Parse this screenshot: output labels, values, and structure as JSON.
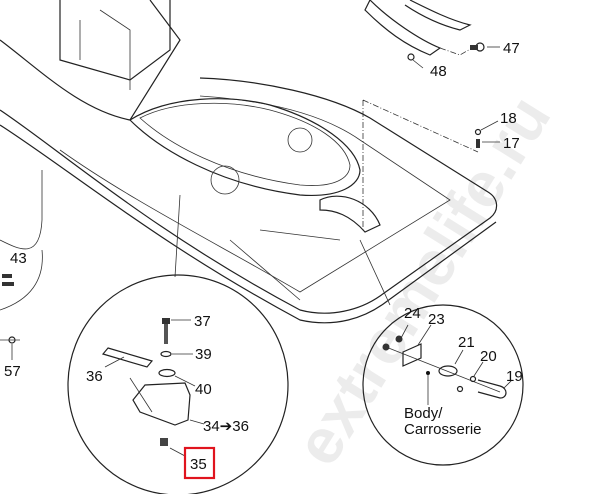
{
  "diagram": {
    "watermark": "extremelife.ru",
    "callouts": {
      "c47": "47",
      "c48": "48",
      "c18": "18",
      "c17": "17",
      "c43": "43",
      "c57": "57",
      "c37": "37",
      "c39": "39",
      "c36": "36",
      "c40": "40",
      "c34": "34➔36",
      "c35": "35",
      "c24": "24",
      "c23": "23",
      "c21": "21",
      "c20": "20",
      "c19": "19"
    },
    "body_label_line1": "Body/",
    "body_label_line2": "Carrosserie",
    "highlighted_callout": "35",
    "highlight_color": "#e0141e"
  }
}
